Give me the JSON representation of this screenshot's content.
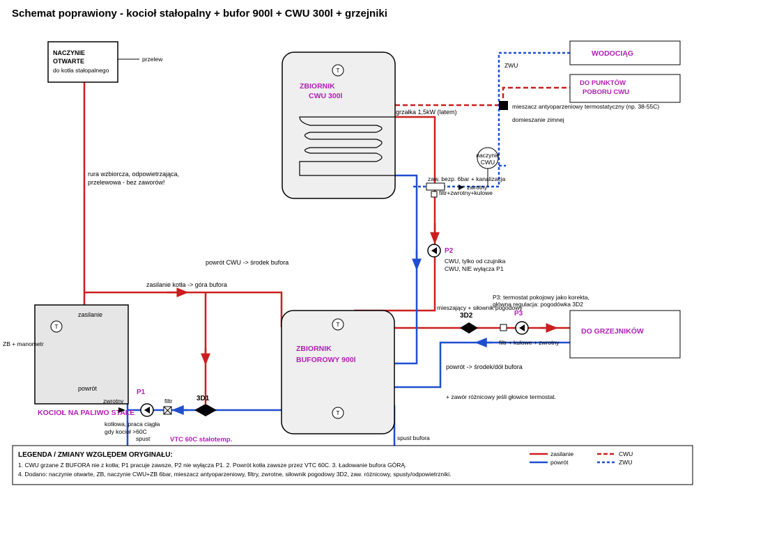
{
  "title": "Schemat poprawiony - kocioł stałopalny + bufor 900l + CWU 300l + grzejniki",
  "colors": {
    "supply": "#cc1e1e",
    "return": "#1f4fcf",
    "accent": "#b21fb5",
    "tank_fill": "#efefef",
    "boiler_fill": "#e6e6e6"
  },
  "open_vessel": {
    "line1": "NACZYNIE",
    "line2": "OTWARTE",
    "sub": "do kotła stałopalnego",
    "overflow": "przelew"
  },
  "riser_note": {
    "line1": "rura wzbiorcza, odpowietrzająca,",
    "line2": "przelewowa - bez zaworów!"
  },
  "cwu_tank": {
    "line1": "ZBIORNIK",
    "line2": "CWU 300l",
    "sensor": "T",
    "heater": "grzałka 1,5kW (latem)"
  },
  "water_supply": "WODOCIĄG",
  "draw_points": {
    "line1": "DO PUNKTÓW",
    "line2": "POBORU CWU"
  },
  "zwu_label": "ZWU",
  "mixer": {
    "label": "mieszacz antyoparzeniowy termostatyczny (np. 38-55C)",
    "mixing": "domieszanie zimnej"
  },
  "expansion_cwu": {
    "line1": "naczynie",
    "line2": "CWU"
  },
  "safety_valve": "zaw. bezp. 6bar + kanalizacja",
  "check_valve": "zwrotny",
  "filter_group": "filtr+zwrotny+kulowe",
  "p2": {
    "name": "P2",
    "line1": "CWU, tylko od czujnika",
    "line2": "CWU, NIE wyłącza P1"
  },
  "return_cwu": "powrót CWU -> środek bufora",
  "boiler_supply_label": "zasilanie kotła -> góra bufora",
  "boiler": {
    "supply": "zasilanie",
    "return": "powrót",
    "sensor": "T",
    "zb": "ZB + manometr",
    "name": "KOCIOŁ NA PALIWO STAŁE"
  },
  "buffer": {
    "line1": "ZBIORNIK",
    "line2": "BUFOROWY 900l",
    "sensor_top": "T",
    "sensor_bottom": "T",
    "drain": "spust bufora"
  },
  "valve_3d2": {
    "name": "3D2",
    "note": "mieszający + siłownik pogodowy"
  },
  "p3": {
    "name": "P3",
    "note1": "P3: termostat pokojowy jako korekta,",
    "note2": "główna regulacja: pogodówka 3D2"
  },
  "radiators": "DO GRZEJNIKÓW",
  "radiator_filter": "filtr + kulowe + zwrotny",
  "radiator_return": "powrót -> środek/dół bufora",
  "diff_valve": "+ zawór różnicowy jeśli głowice termostat.",
  "p1": {
    "name": "P1",
    "check": "zwrotny",
    "filter": "filtr",
    "note1": "kotłowa, praca ciągła",
    "note2": "gdy kocioł >60C",
    "drain": "spust"
  },
  "valve_3d1": {
    "name": "3D1",
    "vtc": "VTC 60C stałotemp."
  },
  "legend": {
    "title": "LEGENDA / ZMIANY WZGLĘDEM ORYGINAŁU:",
    "line1": "1. CWU grzane Z BUFORA nie z kotła; P1 pracuje zawsze, P2 nie wyłącza P1. 2. Powrót kotła zawsze przez VTC 60C. 3. Ładowanie bufora GÓRĄ.",
    "line2": "4. Dodano: naczynie otwarte, ZB, naczynie CWU+ZB 6bar, mieszacz antyoparzeniowy, filtry, zwrotne, siłownik pogodowy 3D2, zaw. różnicowy, spusty/odpowietrzniki.",
    "supply": "zasilanie",
    "return": "powrót",
    "cwu": "CWU",
    "zwu": "ZWU"
  }
}
